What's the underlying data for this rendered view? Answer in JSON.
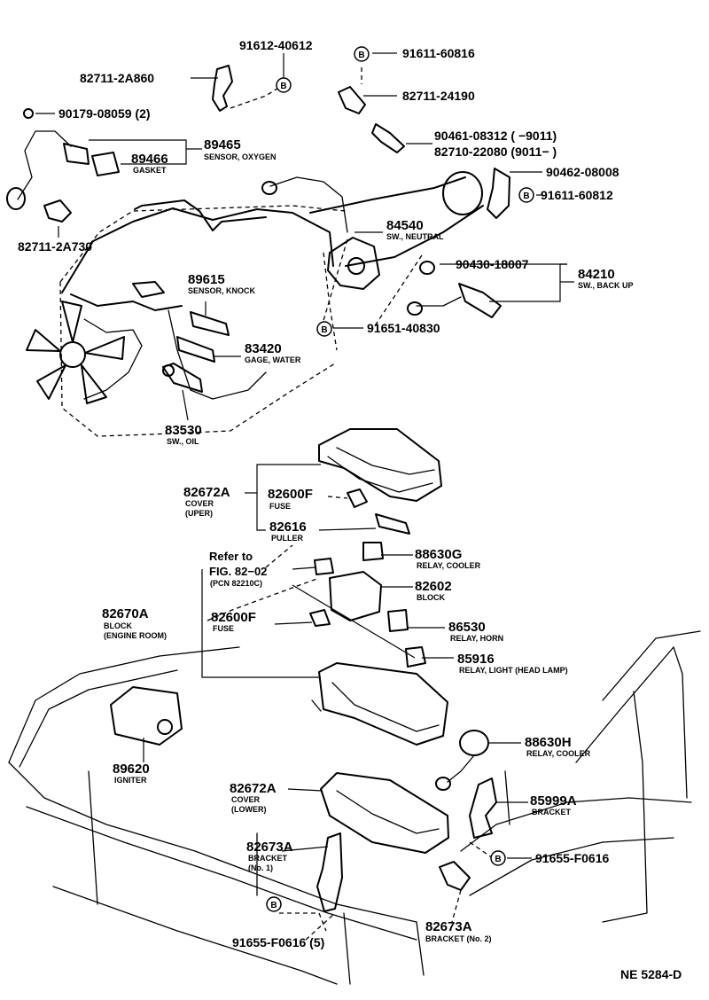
{
  "document_code": "NE 5284-D",
  "callout_letter": "B",
  "refer": {
    "line1": "Refer to",
    "line2": "FIG. 82−02",
    "line3": "(PCN 82210C)"
  },
  "parts": [
    {
      "id": "p1",
      "number": "91612-40612",
      "desc": []
    },
    {
      "id": "p2",
      "number": "91611-60816",
      "desc": []
    },
    {
      "id": "p3",
      "number": "82711-2A860",
      "desc": []
    },
    {
      "id": "p4",
      "number": "82711-24190",
      "desc": []
    },
    {
      "id": "p5",
      "number": "90179-08059 (2)",
      "desc": []
    },
    {
      "id": "p6",
      "number": "90461-08312 (          −9011)",
      "desc": []
    },
    {
      "id": "p7",
      "number": "82710-22080 (9011−        )",
      "desc": []
    },
    {
      "id": "p8",
      "number": "89465",
      "desc": [
        "SENSOR, OXYGEN"
      ]
    },
    {
      "id": "p9",
      "number": "89466",
      "desc": [
        "GASKET"
      ]
    },
    {
      "id": "p10",
      "number": "90462-08008",
      "desc": []
    },
    {
      "id": "p11",
      "number": "91611-60812",
      "desc": []
    },
    {
      "id": "p12",
      "number": "82711-2A730",
      "desc": []
    },
    {
      "id": "p13",
      "number": "84540",
      "desc": [
        "SW., NEUTRAL"
      ]
    },
    {
      "id": "p14",
      "number": "90430-18007",
      "desc": []
    },
    {
      "id": "p15",
      "number": "84210",
      "desc": [
        "SW., BACK UP"
      ]
    },
    {
      "id": "p16",
      "number": "89615",
      "desc": [
        "SENSOR, KNOCK"
      ]
    },
    {
      "id": "p17",
      "number": "91651-40830",
      "desc": []
    },
    {
      "id": "p18",
      "number": "83420",
      "desc": [
        "GAGE, WATER"
      ]
    },
    {
      "id": "p19",
      "number": "83530",
      "desc": [
        "SW., OIL"
      ]
    },
    {
      "id": "p20",
      "number": "82672A",
      "desc": [
        "COVER",
        "(UPER)"
      ]
    },
    {
      "id": "p21",
      "number": "82600F",
      "desc": [
        "FUSE"
      ]
    },
    {
      "id": "p22",
      "number": "82616",
      "desc": [
        "PULLER"
      ]
    },
    {
      "id": "p23",
      "number": "88630G",
      "desc": [
        "RELAY, COOLER"
      ]
    },
    {
      "id": "p24",
      "number": "82602",
      "desc": [
        "BLOCK"
      ]
    },
    {
      "id": "p25",
      "number": "82670A",
      "desc": [
        "BLOCK",
        "(ENGINE ROOM)"
      ]
    },
    {
      "id": "p26",
      "number": "82600F",
      "desc": [
        "FUSE"
      ]
    },
    {
      "id": "p27",
      "number": "86530",
      "desc": [
        "RELAY, HORN"
      ]
    },
    {
      "id": "p28",
      "number": "85916",
      "desc": [
        "RELAY, LIGHT (HEAD LAMP)"
      ]
    },
    {
      "id": "p29",
      "number": "88630H",
      "desc": [
        "RELAY, COOLER"
      ]
    },
    {
      "id": "p30",
      "number": "89620",
      "desc": [
        "IGNITER"
      ]
    },
    {
      "id": "p31",
      "number": "82672A",
      "desc": [
        "COVER",
        "(LOWER)"
      ]
    },
    {
      "id": "p32",
      "number": "85999A",
      "desc": [
        "BRACKET"
      ]
    },
    {
      "id": "p33",
      "number": "82673A",
      "desc": [
        "BRACKET",
        "(No. 1)"
      ]
    },
    {
      "id": "p34",
      "number": "91655-F0616",
      "desc": []
    },
    {
      "id": "p35",
      "number": "82673A",
      "desc": [
        "BRACKET (No. 2)"
      ]
    },
    {
      "id": "p36",
      "number": "91655-F0616 (5)",
      "desc": []
    }
  ]
}
